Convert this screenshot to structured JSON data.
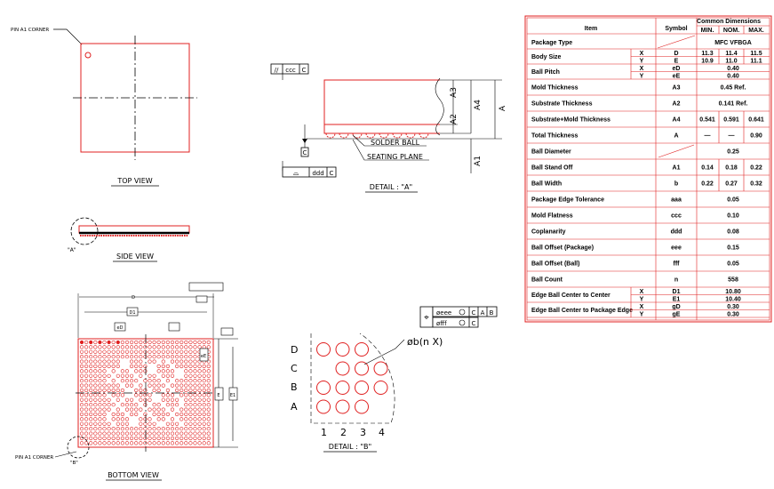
{
  "colors": {
    "accent": "#e02020",
    "ink": "#000000"
  },
  "views": {
    "pin_a1_corner_top": "PIN A1 CORNER",
    "top_view": "TOP VIEW",
    "side_view": "SIDE VIEW",
    "side_callout": "\"A\"",
    "bottom_view": "BOTTOM VIEW",
    "pin_a1_corner_bottom": "PIN A1 CORNER",
    "bottom_callout": "\"B\"",
    "bottom_dims": {
      "d1": "D1",
      "ed": "eD",
      "e": "E",
      "e1": "E1",
      "ee": "eE",
      "d": "D"
    }
  },
  "detail_a": {
    "title": "DETAIL : \"A\"",
    "ccc_frame": [
      "//",
      "ccc",
      "C"
    ],
    "ddd_frame": [
      "⌓",
      "ddd",
      "C"
    ],
    "datum_c": "C",
    "dims": [
      "A3",
      "A2",
      "A4",
      "A",
      "A1"
    ],
    "solder_ball": "SOLDER BALL",
    "seating_plane": "SEATING PLANE"
  },
  "detail_b": {
    "title": "DETAIL : \"B\"",
    "row_labels": [
      "D",
      "C",
      "B",
      "A"
    ],
    "col_labels": [
      "1",
      "2",
      "3",
      "4"
    ],
    "ball_label": "øb(n  X)",
    "frame1": [
      "⌖",
      "øeee",
      "C",
      "A",
      "B"
    ],
    "frame2": [
      "øfff",
      "C"
    ]
  },
  "table": {
    "headers": {
      "item": "Item",
      "symbol": "Symbol",
      "common": "Common Dimensions",
      "min": "MIN.",
      "nom": "NOM.",
      "max": "MAX."
    },
    "package_type": {
      "item": "Package Type",
      "value": "MFC VFBGA"
    },
    "rows": [
      {
        "item": "Body Size",
        "axis": "X",
        "symbol": "D",
        "min": "11.3",
        "nom": "11.4",
        "max": "11.5"
      },
      {
        "item": "",
        "axis": "Y",
        "symbol": "E",
        "min": "10.9",
        "nom": "11.0",
        "max": "11.1"
      },
      {
        "item": "Ball Pitch",
        "axis": "X",
        "symbol": "eD",
        "span": "0.40"
      },
      {
        "item": "",
        "axis": "Y",
        "symbol": "eE",
        "span": "0.40"
      },
      {
        "item": "Mold Thickness",
        "symbol": "A3",
        "span": "0.45 Ref."
      },
      {
        "item": "Substrate Thickness",
        "symbol": "A2",
        "span": "0.141 Ref."
      },
      {
        "item": "Substrate+Mold Thickness",
        "symbol": "A4",
        "min": "0.541",
        "nom": "0.591",
        "max": "0.641"
      },
      {
        "item": "Total Thickness",
        "symbol": "A",
        "min": "—",
        "nom": "—",
        "max": "0.90"
      },
      {
        "item": "Ball Diameter",
        "symbol": "",
        "span": "0.25"
      },
      {
        "item": "Ball Stand Off",
        "symbol": "A1",
        "min": "0.14",
        "nom": "0.18",
        "max": "0.22"
      },
      {
        "item": "Ball Width",
        "symbol": "b",
        "min": "0.22",
        "nom": "0.27",
        "max": "0.32"
      },
      {
        "item": "Package Edge Tolerance",
        "symbol": "aaa",
        "span": "0.05"
      },
      {
        "item": "Mold Flatness",
        "symbol": "ccc",
        "span": "0.10"
      },
      {
        "item": "Coplanarity",
        "symbol": "ddd",
        "span": "0.08"
      },
      {
        "item": "Ball Offset (Package)",
        "symbol": "eee",
        "span": "0.15"
      },
      {
        "item": "Ball Offset (Ball)",
        "symbol": "fff",
        "span": "0.05"
      },
      {
        "item": "Ball Count",
        "symbol": "n",
        "span": "558"
      },
      {
        "item": "Edge Ball Center to Center",
        "axis": "X",
        "symbol": "D1",
        "span": "10.80"
      },
      {
        "item": "",
        "axis": "Y",
        "symbol": "E1",
        "span": "10.40"
      },
      {
        "item": "Edge Ball Center to Package Edge",
        "axis": "X",
        "symbol": "gD",
        "span": "0.30"
      },
      {
        "item": "",
        "axis": "Y",
        "symbol": "gE",
        "span": "0.30"
      }
    ]
  }
}
